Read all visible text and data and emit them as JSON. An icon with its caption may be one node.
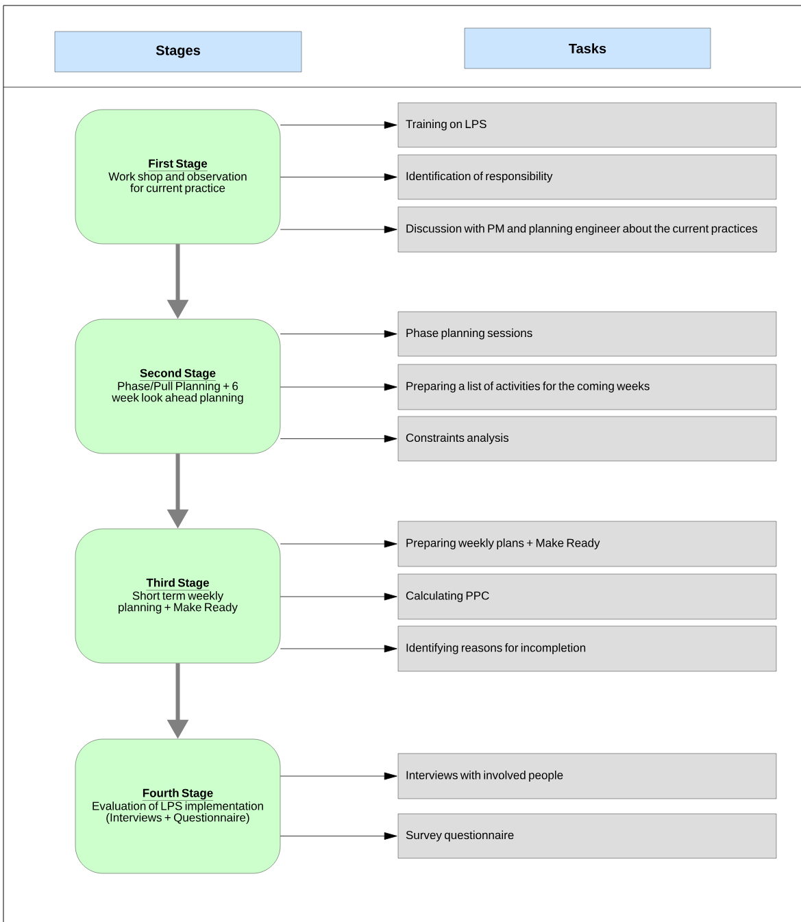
{
  "diagram": {
    "nodes": [
      {
        "text": [
          "Stages"
        ]
      },
      {
        "text": [
          "Tasks"
        ]
      },
      {
        "text": [
          "First Stage",
          "Work shop and observation for current practice"
        ]
      },
      {
        "text": [
          "Training on LPS"
        ]
      },
      {
        "text": [
          "Identification of responsibility"
        ]
      },
      {
        "text": [
          "Discussion with PM and planning engineer about the current practices"
        ]
      },
      {
        "text": [
          "Second Stage",
          "Phase/Pull Planning + 6 week look ahead planning"
        ]
      },
      {
        "text": [
          "Phase planning sessions"
        ]
      },
      {
        "text": [
          "Preparing a list of activities for the coming weeks"
        ]
      },
      {
        "text": [
          "Constraints analysis"
        ]
      },
      {
        "text": [
          "Third Stage",
          "Short term weekly planning + Make Ready"
        ]
      },
      {
        "text": [
          "Preparing weekly plans + Make Ready"
        ]
      },
      {
        "text": [
          "Calculating PPC"
        ]
      },
      {
        "text": [
          "Identifying reasons for incompletion"
        ]
      },
      {
        "text": [
          "Fourth Stage",
          "Evaluation of LPS implementation (Interviews + Questionnaire)"
        ]
      },
      {
        "text": [
          "Interviews with involved people"
        ]
      },
      {
        "text": [
          "Survey questionnaire"
        ]
      }
    ],
    "edges": [
      {
        "from": 2,
        "to": 3,
        "arrow": "to"
      },
      {
        "from": 2,
        "to": 4,
        "arrow": "to"
      },
      {
        "from": 2,
        "to": 5,
        "arrow": "to"
      },
      {
        "from": 2,
        "to": 6,
        "arrow": "to",
        "style": "thick",
        "color": "#808080"
      },
      {
        "from": 6,
        "to": 7,
        "arrow": "to"
      },
      {
        "from": 6,
        "to": 8,
        "arrow": "to"
      },
      {
        "from": 6,
        "to": 9,
        "arrow": "to"
      },
      {
        "from": 6,
        "to": 10,
        "arrow": "to",
        "style": "thick",
        "color": "#808080"
      },
      {
        "from": 10,
        "to": 11,
        "arrow": "to"
      },
      {
        "from": 10,
        "to": 12,
        "arrow": "to"
      },
      {
        "from": 10,
        "to": 13,
        "arrow": "to"
      },
      {
        "from": 10,
        "to": 14,
        "arrow": "to",
        "style": "thick",
        "color": "#808080"
      },
      {
        "from": 14,
        "to": 15,
        "arrow": "to"
      },
      {
        "from": 14,
        "to": 16,
        "arrow": "to"
      }
    ]
  }
}
